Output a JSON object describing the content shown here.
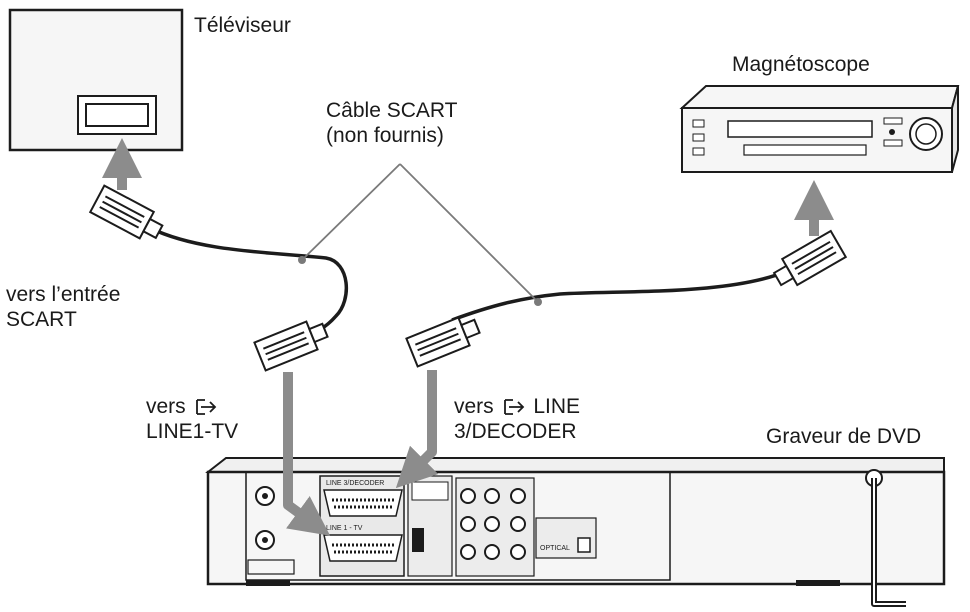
{
  "labels": {
    "tv": "Téléviseur",
    "vcr": "Magnétoscope",
    "cable_line1": "Câble SCART",
    "cable_line2": "(non fournis)",
    "to_scart_line1": "vers l’entrée",
    "to_scart_line2": "SCART",
    "to_line1_prefix": "vers",
    "to_line1_suffix": "LINE1-TV",
    "to_line3_prefix": "vers",
    "to_line3_word": "LINE",
    "to_line3_suffix": "3/DECODER",
    "recorder": "Graveur de DVD"
  },
  "recorder_panel": {
    "line3_decoder": "LINE 3/DECODER",
    "line1_tv": "LINE 1 - TV",
    "optical": "OPTICAL"
  },
  "icons": {
    "line_in": "scart-input-arrow-icon",
    "arrow": "connection-arrow-icon"
  },
  "colors": {
    "line": "#1c1c1c",
    "arrow": "#8c8c8c",
    "device_fill": "#f6f6f6",
    "panel_fill": "#e9e9e9"
  }
}
